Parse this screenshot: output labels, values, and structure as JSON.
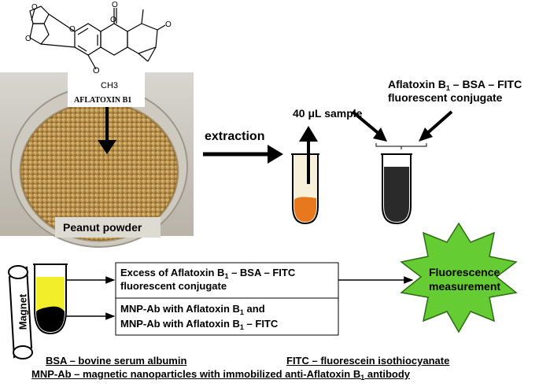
{
  "molecule": {
    "name": "AFLATOXIN B1",
    "methyl_label": "O",
    "methyl_group": "CH3"
  },
  "photo": {
    "caption": "Peanut powder"
  },
  "steps": {
    "extraction": "extraction",
    "sample": "40 μL sample",
    "conjugate_line1_a": "Aflatoxin B",
    "conjugate_line1_sub": "1",
    "conjugate_line1_b": " – BSA – FITC",
    "conjugate_line2": "fluorescent conjugate"
  },
  "magnet": {
    "label": "Magnet"
  },
  "box_top": {
    "line1_a": "Excess of Aflatoxin B",
    "line1_sub": "1",
    "line1_b": " – BSA – FITC",
    "line2": "fluorescent conjugate"
  },
  "box_bottom": {
    "line1_a": "MNP-Ab with Aflatoxin B",
    "line1_sub": "1",
    "line1_b": " and",
    "line2_a": "MNP-Ab with Aflatoxin B",
    "line2_sub": "1",
    "line2_b": " – FITC"
  },
  "result": {
    "line1": "Fluorescence",
    "line2": "measurement"
  },
  "legend": {
    "bsa": "BSA – bovine serum albumin",
    "fitc": "FITC – fluorescein isothiocyanate",
    "mnp_a": "MNP-Ab – magnetic nanoparticles with immobilized anti-Aflatoxin B",
    "mnp_sub": "1",
    "mnp_b": " antibody"
  },
  "colors": {
    "sample_orange": "#e8781e",
    "sample_liquid": "#f7f1dc",
    "conjugate_dark": "#2a2a2a",
    "yellow_liquid": "#f2ee2a",
    "star_green": "#66cc33",
    "peanut": "#c8a35e"
  }
}
